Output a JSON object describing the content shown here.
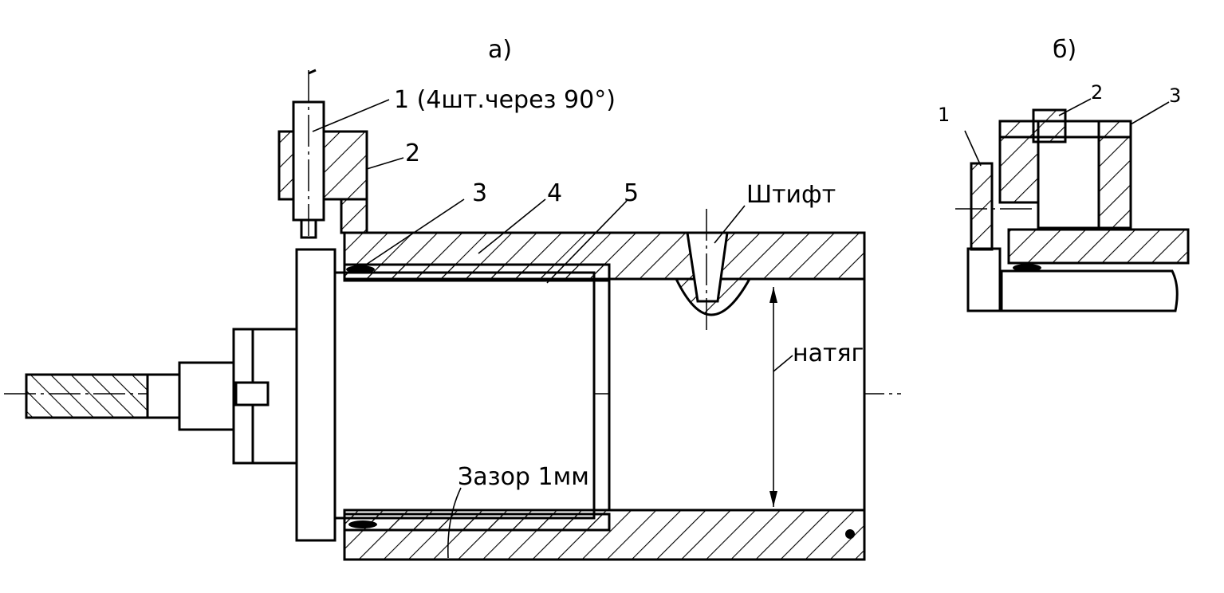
{
  "view_a": {
    "title": "а)",
    "labels": {
      "part1": "1 (4шт.через 90°)",
      "part2": "2",
      "part3": "3",
      "part4": "4",
      "part5": "5",
      "pin": "Штифт",
      "interference": "натяг",
      "gap": "Зазор 1мм"
    }
  },
  "view_b": {
    "title": "б)",
    "labels": {
      "part1": "1",
      "part2": "2",
      "part3": "3"
    }
  }
}
